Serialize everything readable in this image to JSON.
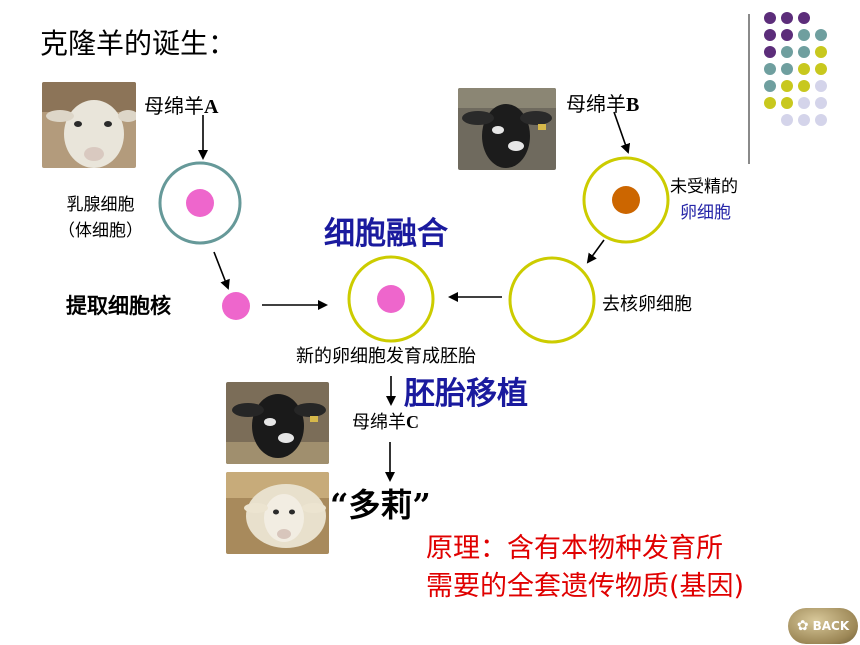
{
  "title": "克隆羊的诞生：",
  "sheep_a": {
    "name": "母绵羊",
    "letter": "A"
  },
  "sheep_b": {
    "name": "母绵羊",
    "letter": "B"
  },
  "sheep_c": {
    "name": "母绵羊",
    "letter": "C"
  },
  "mammary": {
    "line1": "乳腺细胞",
    "line2": "（体细胞）"
  },
  "unfertilized": {
    "line1": "未受精的",
    "line2": "卵细胞"
  },
  "extract_nucleus": "提取细胞核",
  "cell_fusion": "细胞融合",
  "enucleated_egg": "去核卵细胞",
  "new_egg": "新的卵细胞发育成胚胎",
  "embryo_transfer": "胚胎移植",
  "dolly": "“多莉”",
  "principle": {
    "line1": "原理：含有本物种发育所",
    "line2": "需要的全套遗传物质(基因)"
  },
  "back_button": "BACK",
  "colors": {
    "nucleus_pink": "#ee66cc",
    "nucleus_orange": "#cc6600",
    "cell_teal": "#669999",
    "cell_yellow": "#cccc00",
    "title_navy": "#1a1a9e",
    "principle_red": "#e00000",
    "dot_purple": "#5c2d7a",
    "dot_teal": "#6f9f9f",
    "dot_yellow": "#c8c81e",
    "dot_lavender": "#d4d4ea"
  }
}
